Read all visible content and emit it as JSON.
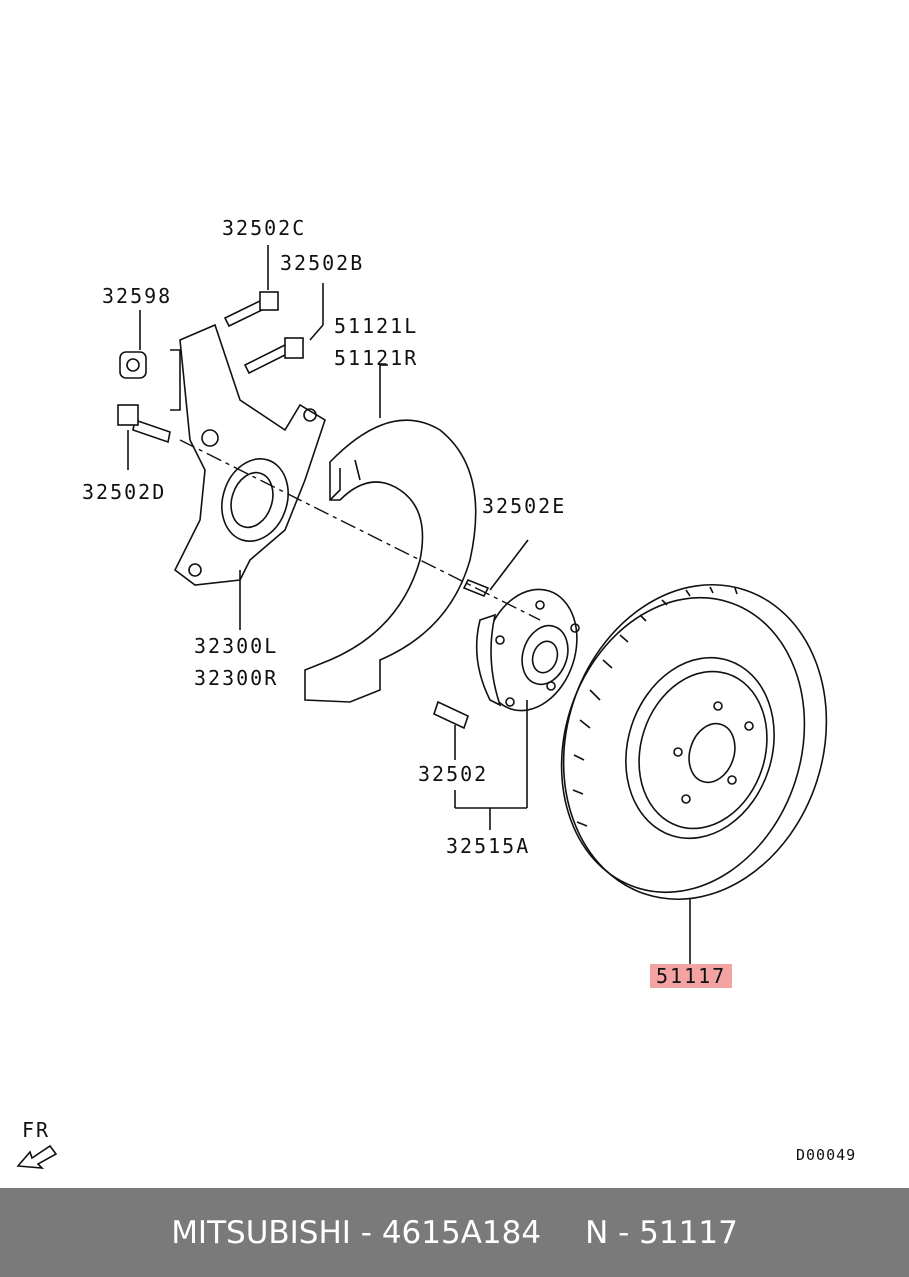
{
  "labels": {
    "p32502c": "32502C",
    "p32502b": "32502B",
    "p32598": "32598",
    "p51121l": "51121L",
    "p51121r": "51121R",
    "p32502d": "32502D",
    "p32502e": "32502E",
    "p32300l": "32300L",
    "p32300r": "32300R",
    "p32502": "32502",
    "p32515a": "32515A",
    "p51117": "51117"
  },
  "direction": {
    "text": "FR"
  },
  "diagram_code": "D00049",
  "footer": {
    "brand_part": "MITSUBISHI - 4615A184",
    "ref": "N - 51117"
  },
  "colors": {
    "highlight": "#f4a3a3",
    "footer_bg": "#7a7a7a"
  }
}
